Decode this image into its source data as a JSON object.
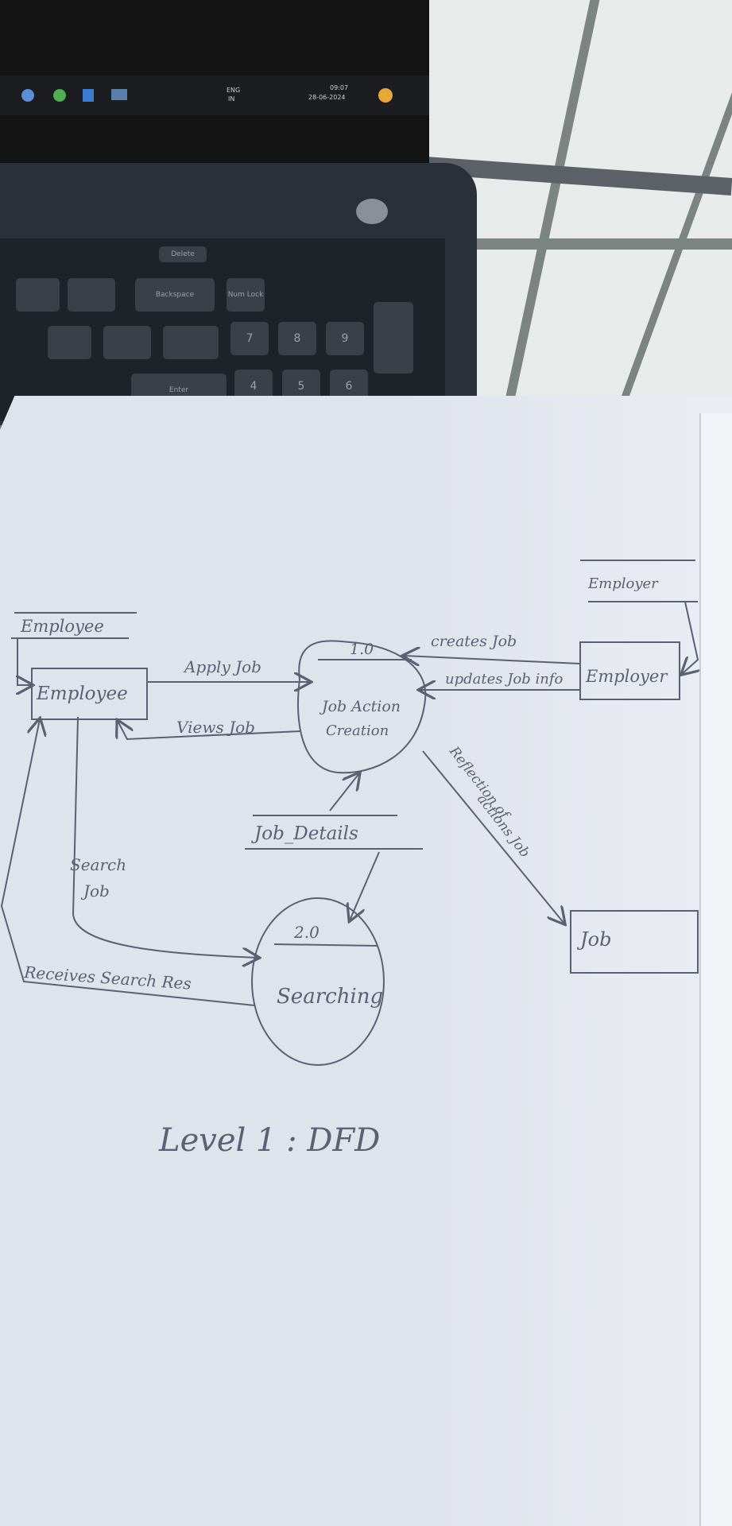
{
  "laptop": {
    "taskbar": {
      "language": "ENG",
      "region": "IN",
      "time": "09:07",
      "date": "28-06-2024"
    },
    "keys": [
      "Delete",
      "Backspace",
      "Num Lock",
      "Enter",
      "7",
      "8",
      "9",
      "4",
      "5",
      "6"
    ]
  },
  "diagram": {
    "external_entities": {
      "employee_store_label": "Employee",
      "employee_box_label": "Employee",
      "employer_store_label": "Employer",
      "employer_box_label": "Employer",
      "job_box_label": "Job"
    },
    "processes": [
      {
        "number": "1.0",
        "name_line1": "Job Action",
        "name_line2": "Creation"
      },
      {
        "number": "2.0",
        "name_line1": "Searching",
        "name_line2": ""
      }
    ],
    "data_store": {
      "label": "Job_Details"
    },
    "flows": {
      "apply_job": "Apply Job",
      "view_job": "Views Job",
      "creates_job": "creates Job",
      "updates_job": "updates Job info",
      "reflection": "Reflection of",
      "reflection_2": "actions Job",
      "search_job_1": "Search",
      "search_job_2": "Job",
      "receive_search": "Receives Search Res"
    },
    "caption": "Level 1 : DFD"
  }
}
